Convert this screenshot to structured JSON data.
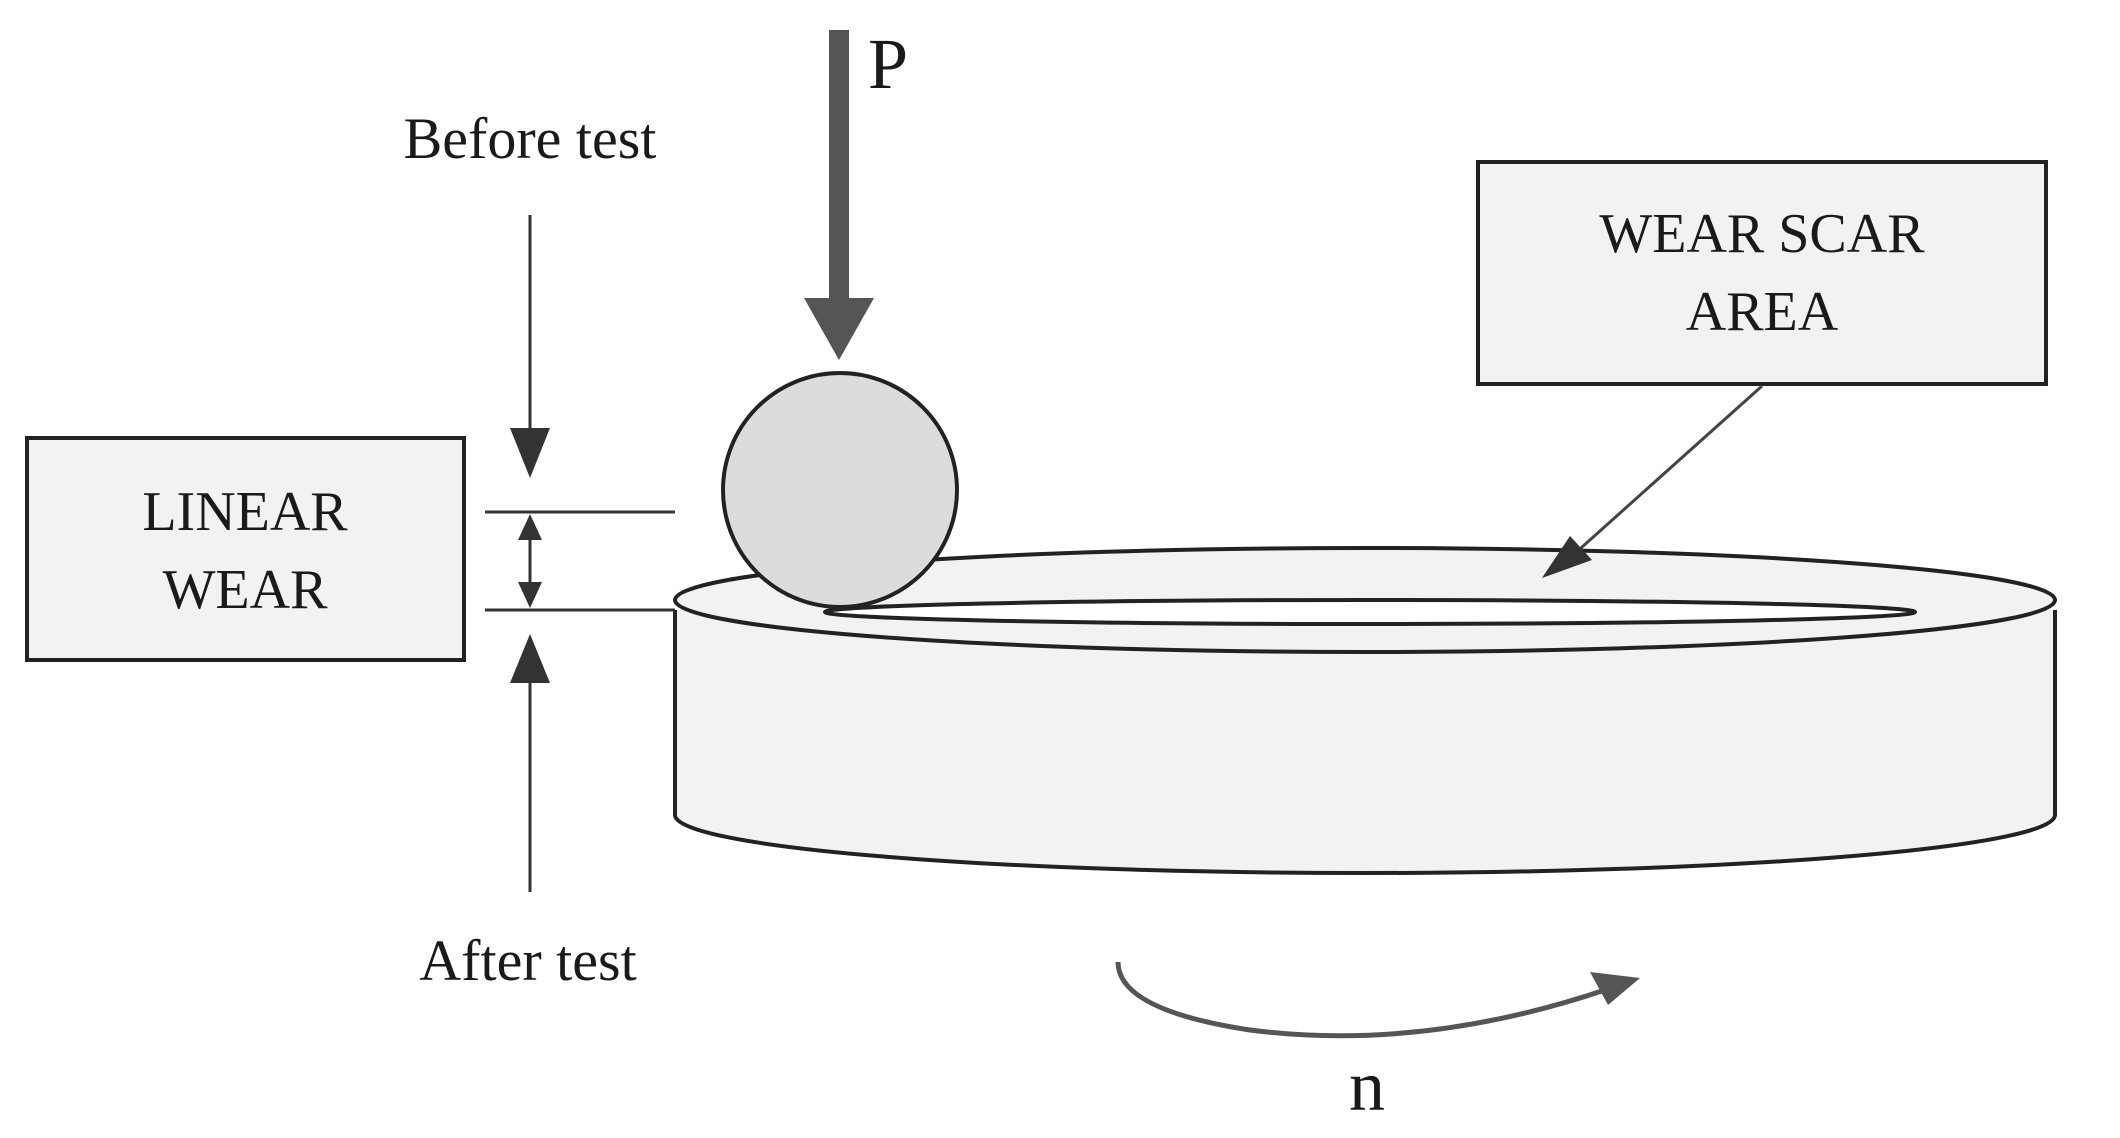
{
  "diagram": {
    "load_label": "P",
    "before_label": "Before test",
    "after_label": "After test",
    "rotation_label": "n",
    "linear_wear": {
      "line1": "LINEAR",
      "line2": "WEAR"
    },
    "wear_scar": {
      "line1": "WEAR SCAR",
      "line2": "AREA"
    }
  },
  "colors": {
    "stroke": "#222222",
    "ball_fill": "#dcdcdc",
    "box_fill": "#f2f2f2",
    "disc_fill": "#f2f2f2",
    "arrow": "#555555"
  }
}
